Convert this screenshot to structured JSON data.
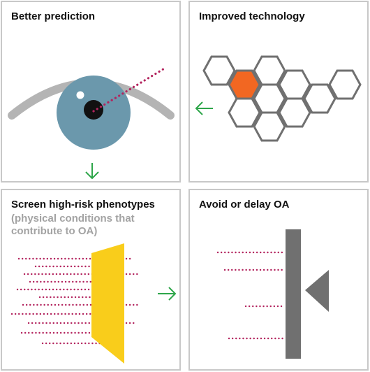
{
  "panels": {
    "prediction": {
      "title": "Better prediction"
    },
    "technology": {
      "title": "Improved technology"
    },
    "screening": {
      "title": "Screen high-risk phenotypes",
      "subtitle": "(physical conditions that contribute to OA)"
    },
    "outcome": {
      "title": "Avoid or delay OA"
    }
  },
  "colors": {
    "arrow": "#2ea64a",
    "dots": "#b3245e",
    "iris": "#6b98ac",
    "highlight_hex": "#f26722",
    "filter": "#f9cd1b",
    "barrier": "#707070",
    "hex_outline": "#707070",
    "panel_border": "#c8c8c8"
  },
  "icons": {
    "down_arrow": "arrow-down-icon",
    "left_arrow": "arrow-left-icon",
    "right_arrow": "arrow-right-icon"
  }
}
